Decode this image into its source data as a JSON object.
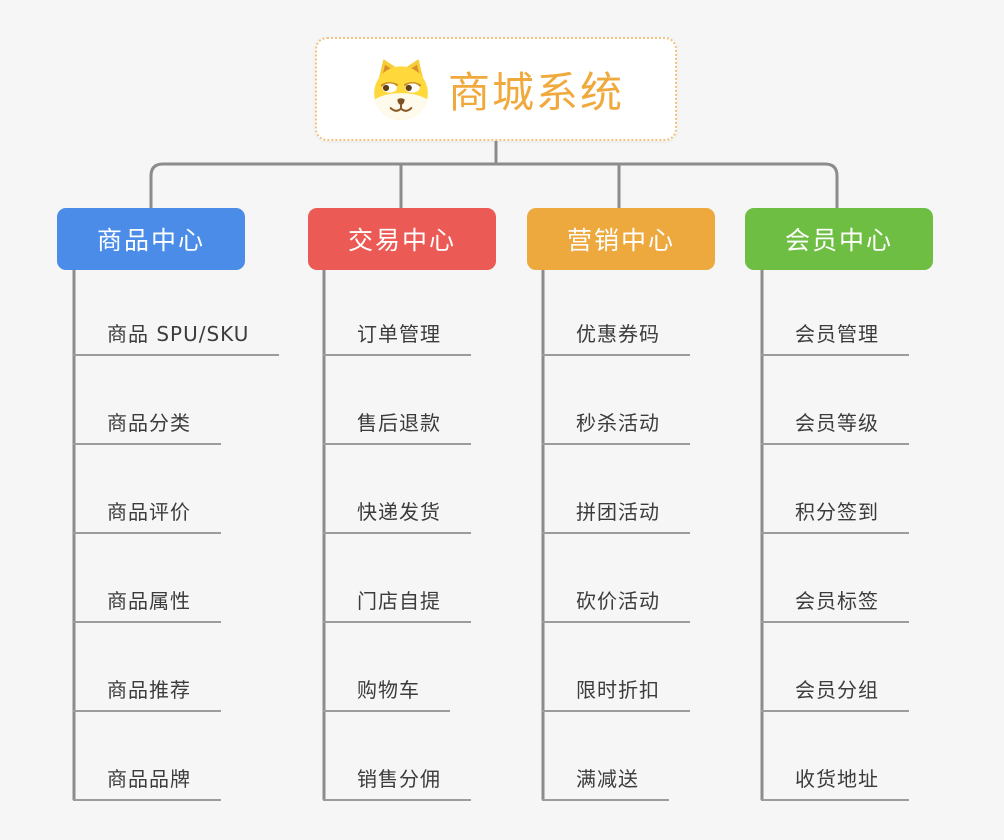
{
  "root": {
    "title": "商城系统",
    "icon": "dog-face-icon"
  },
  "colors": {
    "background": "#F5F6F5",
    "root_background": "#FFFFFF",
    "root_border": "#F2C27E",
    "root_text": "#F0A93C",
    "connector_line": "#8C8C8C",
    "subtopic_underline": "#9C9C9C",
    "subtopic_text": "#3C3C3C",
    "branch_text": "#FFFFFF"
  },
  "branches": [
    {
      "label": "商品中心",
      "color": "#4A8CE8",
      "children": [
        "商品 SPU/SKU",
        "商品分类",
        "商品评价",
        "商品属性",
        "商品推荐",
        "商品品牌"
      ]
    },
    {
      "label": "交易中心",
      "color": "#EC5A55",
      "children": [
        "订单管理",
        "售后退款",
        "快递发货",
        "门店自提",
        "购物车",
        "销售分佣"
      ]
    },
    {
      "label": "营销中心",
      "color": "#EDA83E",
      "children": [
        "优惠券码",
        "秒杀活动",
        "拼团活动",
        "砍价活动",
        "限时折扣",
        "满减送"
      ]
    },
    {
      "label": "会员中心",
      "color": "#6FBE44",
      "children": [
        "会员管理",
        "会员等级",
        "积分签到",
        "会员标签",
        "会员分组",
        "收货地址"
      ]
    }
  ]
}
